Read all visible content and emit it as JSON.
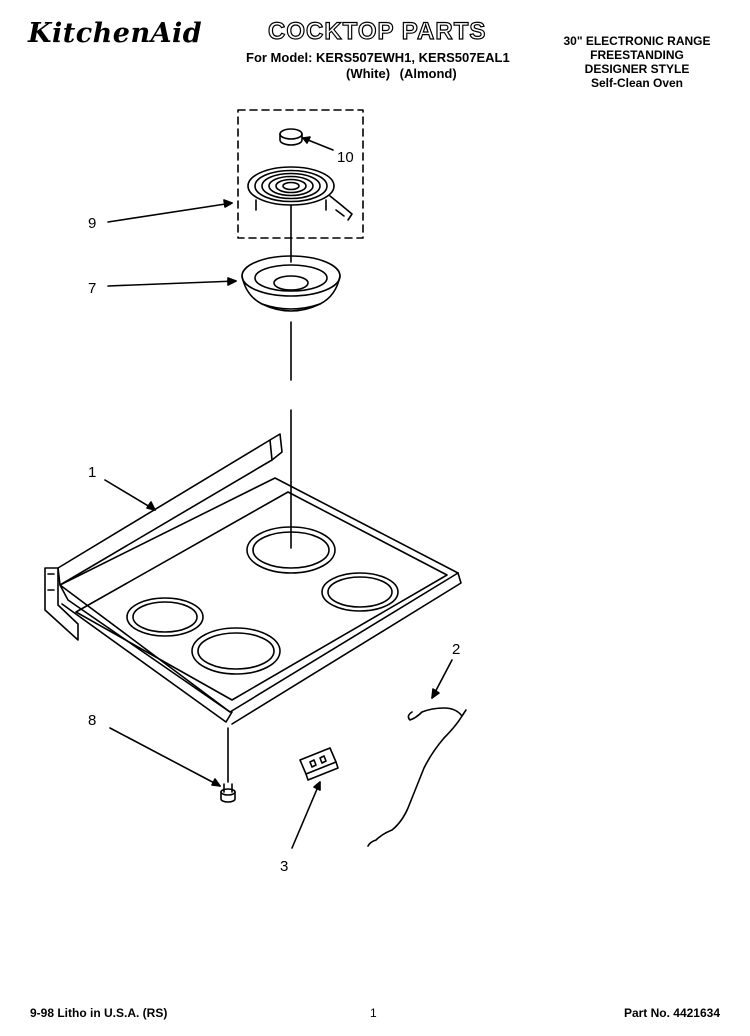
{
  "header": {
    "brand": "KitchenAid",
    "title": "COCKTOP PARTS",
    "models_line": "For Model: KERS507EWH1, KERS507EAL1",
    "finishes_line": "(White) (Almond)",
    "range_info": [
      "30\" ELECTRONIC RANGE",
      "FREESTANDING",
      "DESIGNER STYLE",
      "Self-Clean Oven"
    ]
  },
  "callouts": {
    "c10": "10",
    "c9": "9",
    "c7": "7",
    "c1": "1",
    "c2": "2",
    "c8": "8",
    "c3": "3"
  },
  "footer": {
    "left": "9-98 Litho in U.S.A. (RS)",
    "page": "1",
    "part": "Part No. 4421634"
  }
}
